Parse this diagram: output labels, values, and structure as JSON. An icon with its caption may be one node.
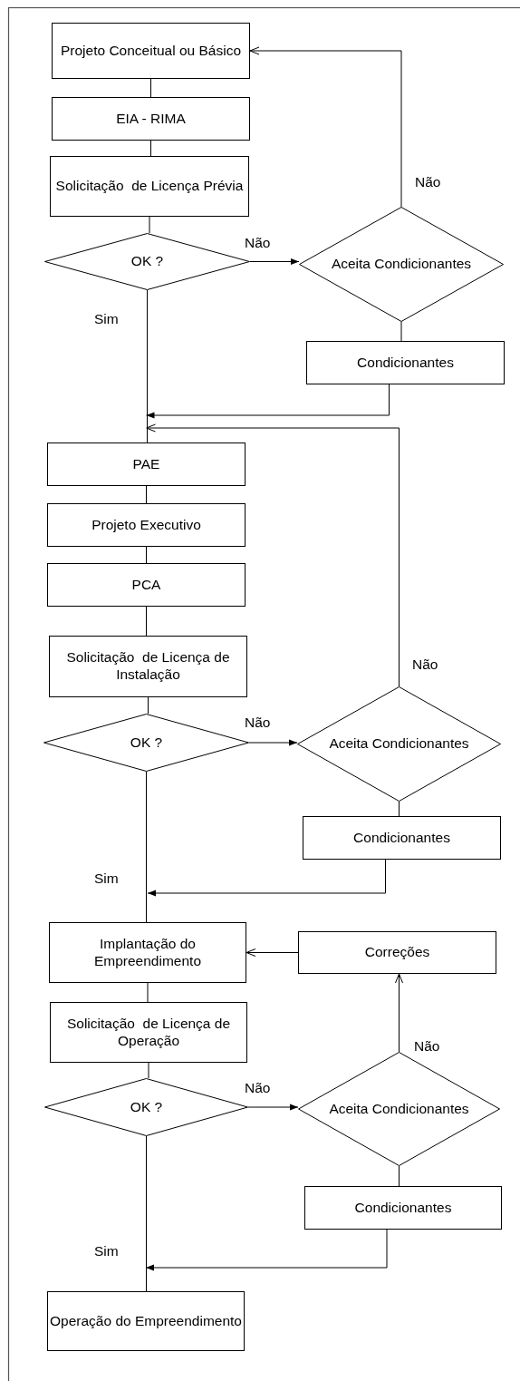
{
  "diagram": {
    "nodes": [
      {
        "text": [
          "Projeto Conceitual ou Básico"
        ]
      },
      {
        "text": [
          "EIA - RIMA"
        ]
      },
      {
        "text": [
          "Solicitação  de Licença Prévia"
        ]
      },
      {
        "text": [
          "OK ?"
        ]
      },
      {
        "text": [
          "Aceita Condicionantes"
        ]
      },
      {
        "text": [
          "Condicionantes"
        ]
      },
      {
        "text": [
          "PAE"
        ]
      },
      {
        "text": [
          "Projeto Executivo"
        ]
      },
      {
        "text": [
          "PCA"
        ]
      },
      {
        "text": [
          "Solicitação  de Licença de Instalação"
        ]
      },
      {
        "text": [
          "OK ?"
        ]
      },
      {
        "text": [
          "Aceita Condicionantes"
        ]
      },
      {
        "text": [
          "Condicionantes"
        ]
      },
      {
        "text": [
          "Implantação do Empreendimento"
        ]
      },
      {
        "text": [
          "Correções"
        ]
      },
      {
        "text": [
          "Solicitação  de Licença de Operação"
        ]
      },
      {
        "text": [
          "OK ?"
        ]
      },
      {
        "text": [
          "Aceita Condicionantes"
        ]
      },
      {
        "text": [
          "Condicionantes"
        ]
      },
      {
        "text": [
          "Operação do Empreendimento"
        ]
      }
    ],
    "edges": [
      {
        "from": 0,
        "to": 1,
        "arrow": "none"
      },
      {
        "from": 1,
        "to": 2,
        "arrow": "none"
      },
      {
        "from": 2,
        "to": 3,
        "arrow": "none"
      },
      {
        "from": 3,
        "to": 4,
        "arrow": "to",
        "label": "Não"
      },
      {
        "from": 4,
        "to": 0,
        "arrow": "to",
        "label": "Não"
      },
      {
        "from": 4,
        "to": 5,
        "arrow": "none"
      },
      {
        "from": 3,
        "to": 6,
        "arrow": "none",
        "label": "Sim"
      },
      {
        "from": 5,
        "to": 6,
        "arrow": "to"
      },
      {
        "from": 6,
        "to": 7,
        "arrow": "none"
      },
      {
        "from": 7,
        "to": 8,
        "arrow": "none"
      },
      {
        "from": 8,
        "to": 9,
        "arrow": "none"
      },
      {
        "from": 9,
        "to": 10,
        "arrow": "none"
      },
      {
        "from": 10,
        "to": 11,
        "arrow": "to",
        "label": "Não"
      },
      {
        "from": 11,
        "to": 6,
        "arrow": "to",
        "label": "Não"
      },
      {
        "from": 11,
        "to": 12,
        "arrow": "none"
      },
      {
        "from": 10,
        "to": 13,
        "arrow": "none",
        "label": "Sim"
      },
      {
        "from": 12,
        "to": 13,
        "arrow": "to"
      },
      {
        "from": 13,
        "to": 15,
        "arrow": "none"
      },
      {
        "from": 15,
        "to": 16,
        "arrow": "none"
      },
      {
        "from": 16,
        "to": 17,
        "arrow": "to",
        "label": "Não"
      },
      {
        "from": 17,
        "to": 14,
        "arrow": "to",
        "label": "Não"
      },
      {
        "from": 14,
        "to": 13,
        "arrow": "to"
      },
      {
        "from": 17,
        "to": 18,
        "arrow": "none"
      },
      {
        "from": 16,
        "to": 19,
        "arrow": "none",
        "label": "Sim"
      },
      {
        "from": 18,
        "to": 19,
        "arrow": "to"
      }
    ]
  }
}
